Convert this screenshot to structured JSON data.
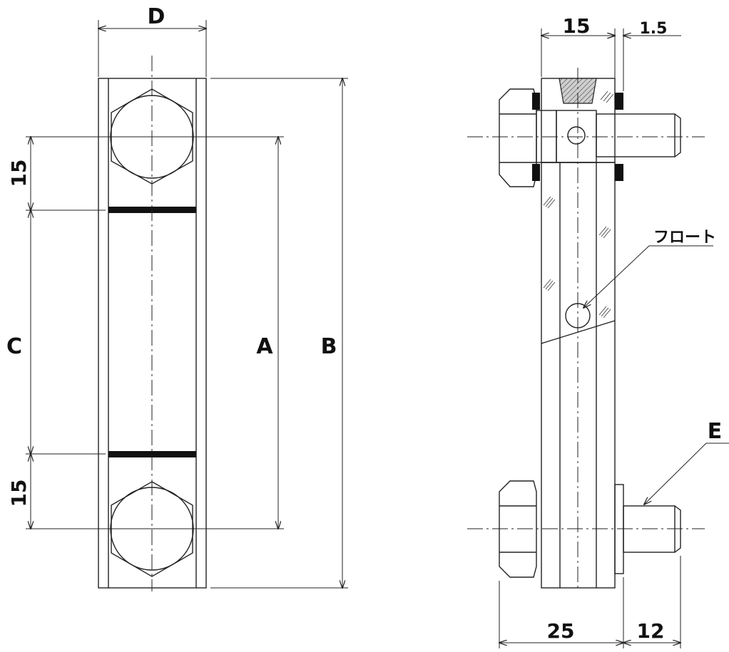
{
  "labels": {
    "d": "D",
    "a": "A",
    "b": "B",
    "c": "C",
    "e": "E",
    "dim_15_top": "15",
    "dim_15_bottom": "15",
    "dim_15_side": "15",
    "dim_1_5": "1.5",
    "dim_25": "25",
    "dim_12": "12",
    "float": "フロート"
  }
}
